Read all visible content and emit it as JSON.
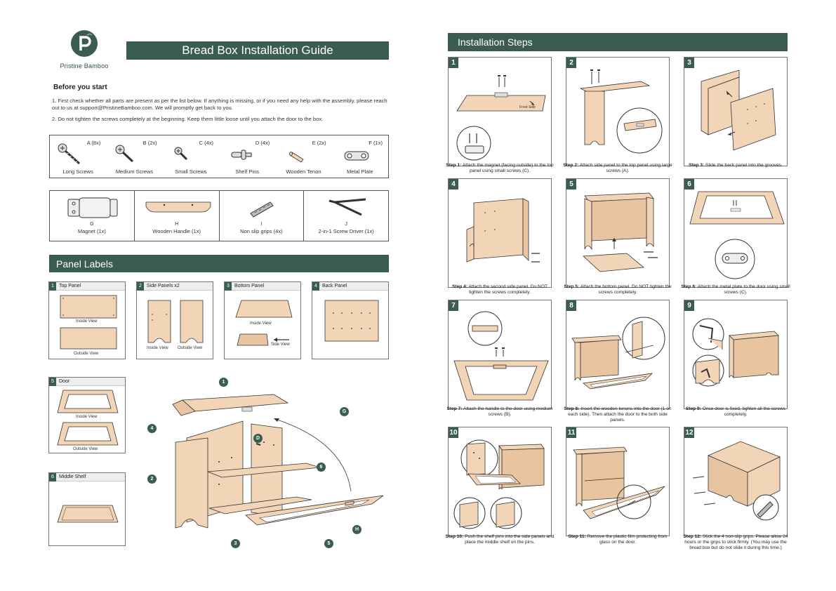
{
  "brand": {
    "name": "Pristine Bamboo",
    "accent": "#3b5d51"
  },
  "title": "Bread Box Installation Guide",
  "before": {
    "heading": "Before you start",
    "item1_pre": "1. First check whether all parts are present as per the list below. If anything is missing, or if you need any help with the assembly, please reach out to us at ",
    "email": "support@PristineBamboo.com",
    "item1_post": ". We will promptly get back to you.",
    "item2": "2. Do not tighten the screws completely at the beginning. Keep them little loose until you attach the door to the box."
  },
  "parts_row1": [
    {
      "qty": "A (8x)",
      "name": "Long Screws",
      "icon": "long-screw-icon"
    },
    {
      "qty": "B (2x)",
      "name": "Medium Screws",
      "icon": "medium-screw-icon"
    },
    {
      "qty": "C (4x)",
      "name": "Small Screws",
      "icon": "small-screw-icon"
    },
    {
      "qty": "D (4x)",
      "name": "Shelf Pins",
      "icon": "shelf-pin-icon"
    },
    {
      "qty": "E (2x)",
      "name": "Wooden Tenon",
      "icon": "wooden-tenon-icon"
    },
    {
      "qty": "F (1x)",
      "name": "Metal Plate",
      "icon": "metal-plate-icon"
    }
  ],
  "parts_row2": [
    {
      "letter": "G",
      "name": "Magnet (1x)",
      "icon": "magnet-icon"
    },
    {
      "letter": "H",
      "name": "Wooden Handle (1x)",
      "icon": "wooden-handle-icon"
    },
    {
      "letter": "I",
      "name": "Non slip grips (4x)",
      "icon": "grip-icon"
    },
    {
      "letter": "J",
      "name": "2-in-1 Screw Driver (1x)",
      "icon": "screwdriver-icon"
    }
  ],
  "panel_labels": {
    "heading": "Panel Labels",
    "top": {
      "num": "1",
      "name": "Top Panel",
      "inside": "Inside View",
      "outside": "Outside View"
    },
    "side": {
      "num": "2",
      "name": "Side Panels x2",
      "inside": "Inside View",
      "outside": "Outside View"
    },
    "bottom": {
      "num": "3",
      "name": "Bottom Panel",
      "inside": "Inside View",
      "side": "Side View"
    },
    "back": {
      "num": "4",
      "name": "Back Panel"
    },
    "door": {
      "num": "5",
      "name": "Door",
      "inside": "Inside View",
      "outside": "Outside View"
    },
    "shelf": {
      "num": "6",
      "name": "Middle Shelf"
    }
  },
  "exploded_callouts": [
    "1",
    "G",
    "4",
    "D",
    "6",
    "2",
    "3",
    "5",
    "H"
  ],
  "steps_heading": "Installation Steps",
  "steps": [
    {
      "num": "1",
      "label": "Step 1:",
      "text": "Attach the magnet (facing outside) to the top panel using small screws (C).",
      "note": "Front Side"
    },
    {
      "num": "2",
      "label": "Step 2:",
      "text": "Attach side panel to the top panel using large screws (A)."
    },
    {
      "num": "3",
      "label": "Step 3:",
      "text": "Slide the back panel into the grooves."
    },
    {
      "num": "4",
      "label": "Step 4:",
      "text": "Attach the second side panel. Do NOT tighten the screws completely."
    },
    {
      "num": "5",
      "label": "Step 5:",
      "text": "Attach the bottom panel. Do NOT tighten the screws completely."
    },
    {
      "num": "6",
      "label": "Step 6:",
      "text": "Attach the metal plate to the door using small screws (C)."
    },
    {
      "num": "7",
      "label": "Step 7:",
      "text": "Attach the handle to the door using medium screws (B)."
    },
    {
      "num": "8",
      "label": "Step 8:",
      "text": "Insert the wooden tenons into the door (1 on each side). Then attach the door to the both side panels."
    },
    {
      "num": "9",
      "label": "Step 9:",
      "text": "Once door is fixed, tighten all the screws completely."
    },
    {
      "num": "10",
      "label": "Step 10:",
      "text": "Push the shelf pins into the side panels and place the middle shelf on the pins."
    },
    {
      "num": "11",
      "label": "Step 11:",
      "text": "Remove the plastic film protecting from glass on the door."
    },
    {
      "num": "12",
      "label": "Step 12:",
      "text": "Stick the 4 non-slip grips. Please allow 24 hours or the grips to stick firmly. (You may use the bread box but do not slide it during this time.)"
    }
  ]
}
